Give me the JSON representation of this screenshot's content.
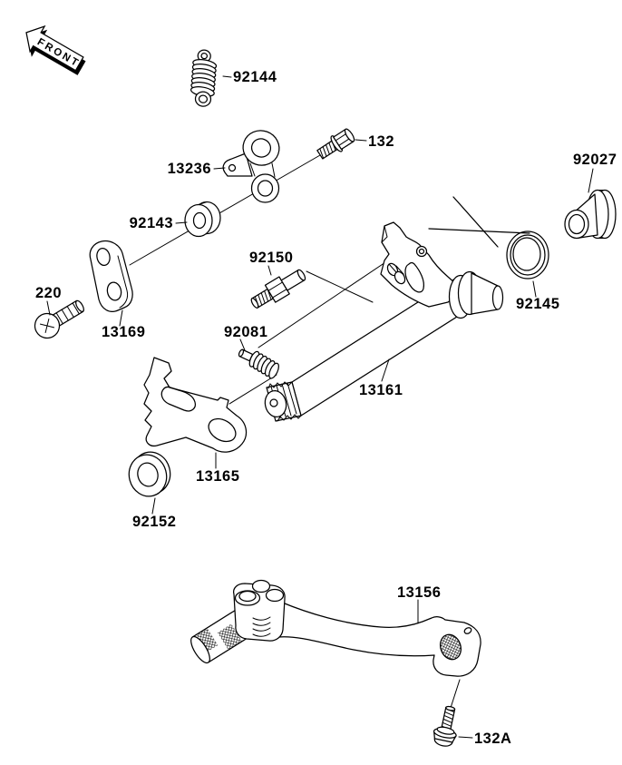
{
  "front_arrow": {
    "label": "FRONT"
  },
  "part_labels": {
    "spring_92144": "92144",
    "lever_13236": "13236",
    "bolt_132": "132",
    "bushing_92027": "92027",
    "collar_92143": "92143",
    "pin_92150": "92150",
    "spring_92145": "92145",
    "screw_220": "220",
    "bracket_13169": "13169",
    "spring_92081": "92081",
    "shaft_13161": "13161",
    "plate_13165": "13165",
    "washer_92152": "92152",
    "pedal_13156": "13156",
    "bolt_132a": "132A"
  },
  "colors": {
    "line": "#000000",
    "background": "#ffffff"
  }
}
